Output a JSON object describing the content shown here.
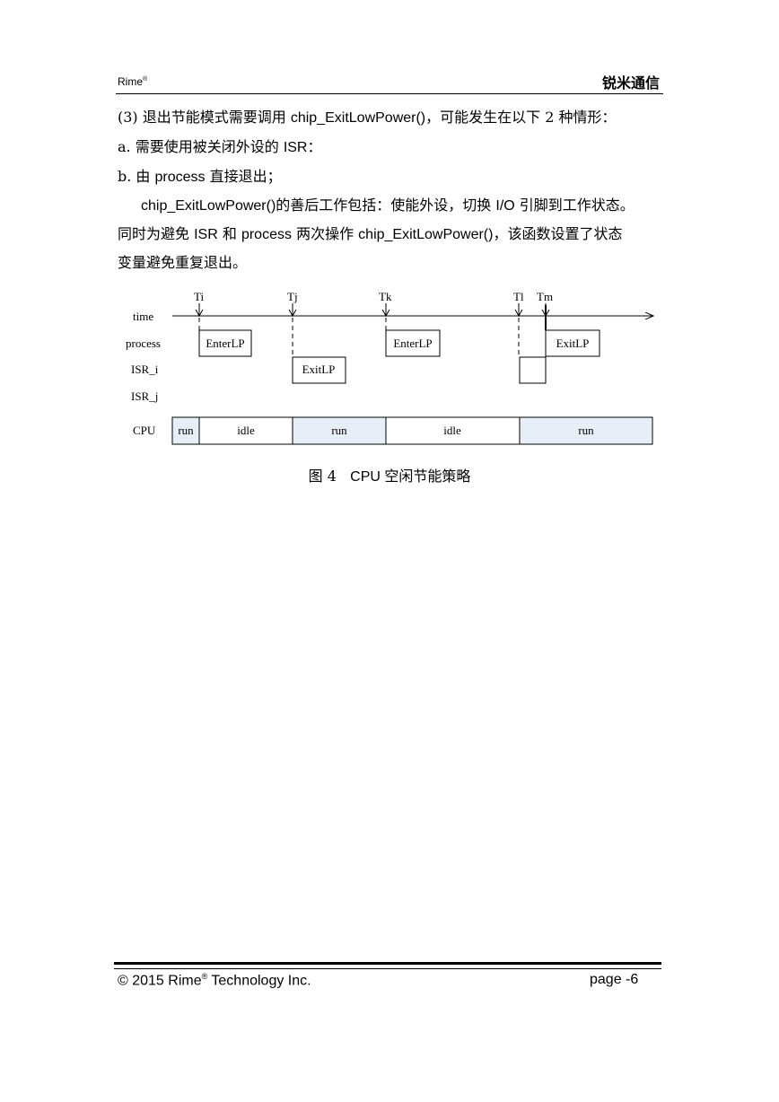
{
  "header": {
    "brand": "Rime",
    "brand_mark": "®",
    "company": "锐米通信"
  },
  "body": {
    "line1_a": "(3)  退出节能模式需要调用 ",
    "line1_b": "chip_ExitLowPower()",
    "line1_c": "，可能发生在以下 2 种情形：",
    "line2_a": "a.    需要使用被关闭外设的 ",
    "line2_b": "ISR",
    "line2_c": "：",
    "line3_a": "b.  由 ",
    "line3_b": "process",
    "line3_c": " 直接退出；",
    "line4_a": "chip_ExitLowPower()",
    "line4_b": "的善后工作包括：使能外设，切换 ",
    "line4_c": "I/O",
    "line4_d": " 引脚到工作状态。",
    "line5_a": "同时为避免 ",
    "line5_b": "ISR",
    "line5_c": " 和 ",
    "line5_d": "process",
    "line5_e": " 两次操作 ",
    "line5_f": "chip_ExitLowPower()",
    "line5_g": "，该函数设置了状态",
    "line6": "变量避免重复退出。"
  },
  "diagram": {
    "times": [
      "Ti",
      "Tj",
      "Tk",
      "Tl",
      "Tm"
    ],
    "rows": [
      "time",
      "process",
      "ISR_i",
      "ISR_j",
      "CPU"
    ],
    "process_boxes": [
      "EnterLP",
      "EnterLP",
      "ExitLP"
    ],
    "isr_i_boxes": [
      "ExitLP",
      ""
    ],
    "cpu_segments": [
      {
        "label": "run",
        "state": "run"
      },
      {
        "label": "idle",
        "state": "idle"
      },
      {
        "label": "run",
        "state": "run"
      },
      {
        "label": "idle",
        "state": "idle"
      },
      {
        "label": "run",
        "state": "run"
      }
    ],
    "run_color": "#e8eef8",
    "idle_color": "#ffffff"
  },
  "caption": {
    "number": "图 4",
    "title": "CPU 空闲节能策略"
  },
  "footer": {
    "copyright": "© 2015 Rime",
    "mark": "®",
    "company_rest": " Technology Inc.",
    "page": "page -6"
  }
}
